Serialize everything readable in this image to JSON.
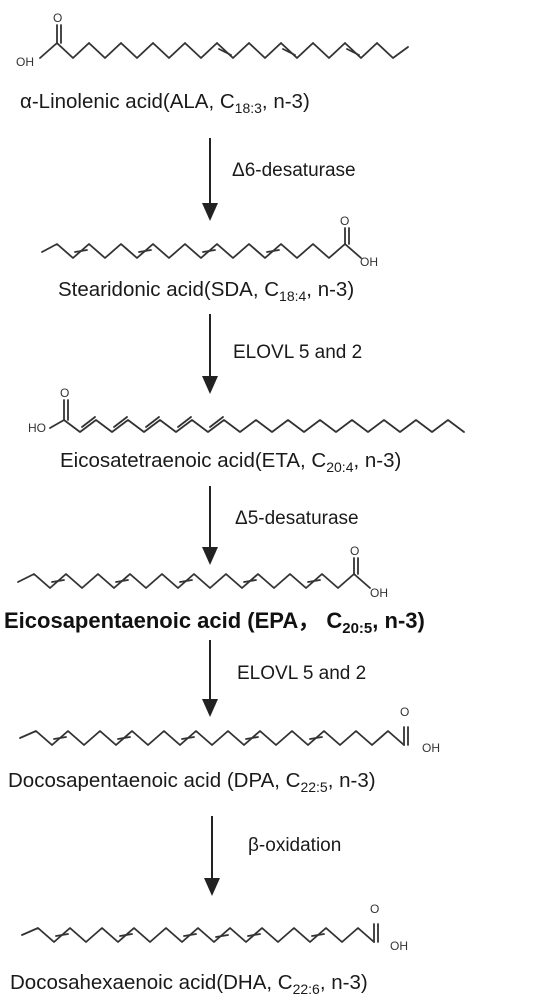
{
  "compounds": [
    {
      "label": "α-Linolenic acid(ALA, C",
      "sub": "18:3",
      "tail": ", n-3)",
      "bold": false
    },
    {
      "label": "Stearidonic acid(SDA, C",
      "sub": "18:4",
      "tail": ", n-3)",
      "bold": false
    },
    {
      "label": "Eicosatetraenoic acid(ETA, C",
      "sub": "20:4",
      "tail": ", n-3)",
      "bold": false
    },
    {
      "label": "Eicosapentaenoic acid (EPA， C",
      "sub": "20:5",
      "tail": ", n-3)",
      "bold": true
    },
    {
      "label": "Docosapentaenoic acid (DPA, C",
      "sub": "22:5",
      "tail": ", n-3)",
      "bold": false
    },
    {
      "label": "Docosahexaenoic acid(DHA, C",
      "sub": "22:6",
      "tail": ", n-3)",
      "bold": false
    }
  ],
  "enzymes": [
    "Δ6-desaturase",
    "ELOVL 5 and 2",
    "Δ5-desaturase",
    "ELOVL 5 and 2",
    "β-oxidation"
  ],
  "atom_labels": {
    "oxygen": "O",
    "hydroxyl_left": "OH",
    "hydroxyl_right": "OH",
    "hydroxyl_ho": "HO"
  }
}
